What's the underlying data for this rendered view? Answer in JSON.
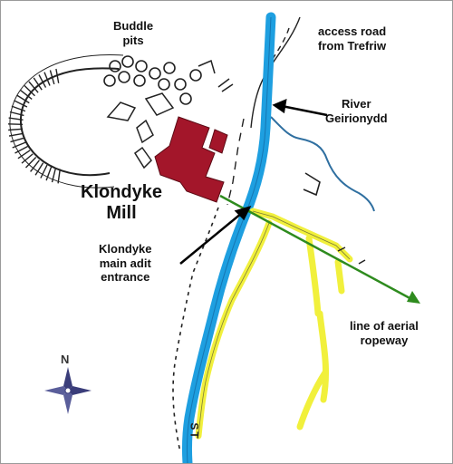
{
  "labels": {
    "buddle_pits": "Buddle\npits",
    "access_road": "access road\nfrom Trefriw",
    "river": "River\nGeirionydd",
    "mill": "Klondyke\nMill",
    "adit": "Klondyke\nmain adit\nentrance",
    "ropeway": "line of aerial\nropeway",
    "north": "N",
    "map_note": "ST"
  },
  "colors": {
    "river": "#1e9fe0",
    "mill": "#a3162a",
    "veins": "#f1f03c",
    "ropeway": "#2e8b1e",
    "stream": "#2f6fa0",
    "compass": "#3a3d7a"
  },
  "icons": {
    "compass": "compass-rose-icon"
  }
}
